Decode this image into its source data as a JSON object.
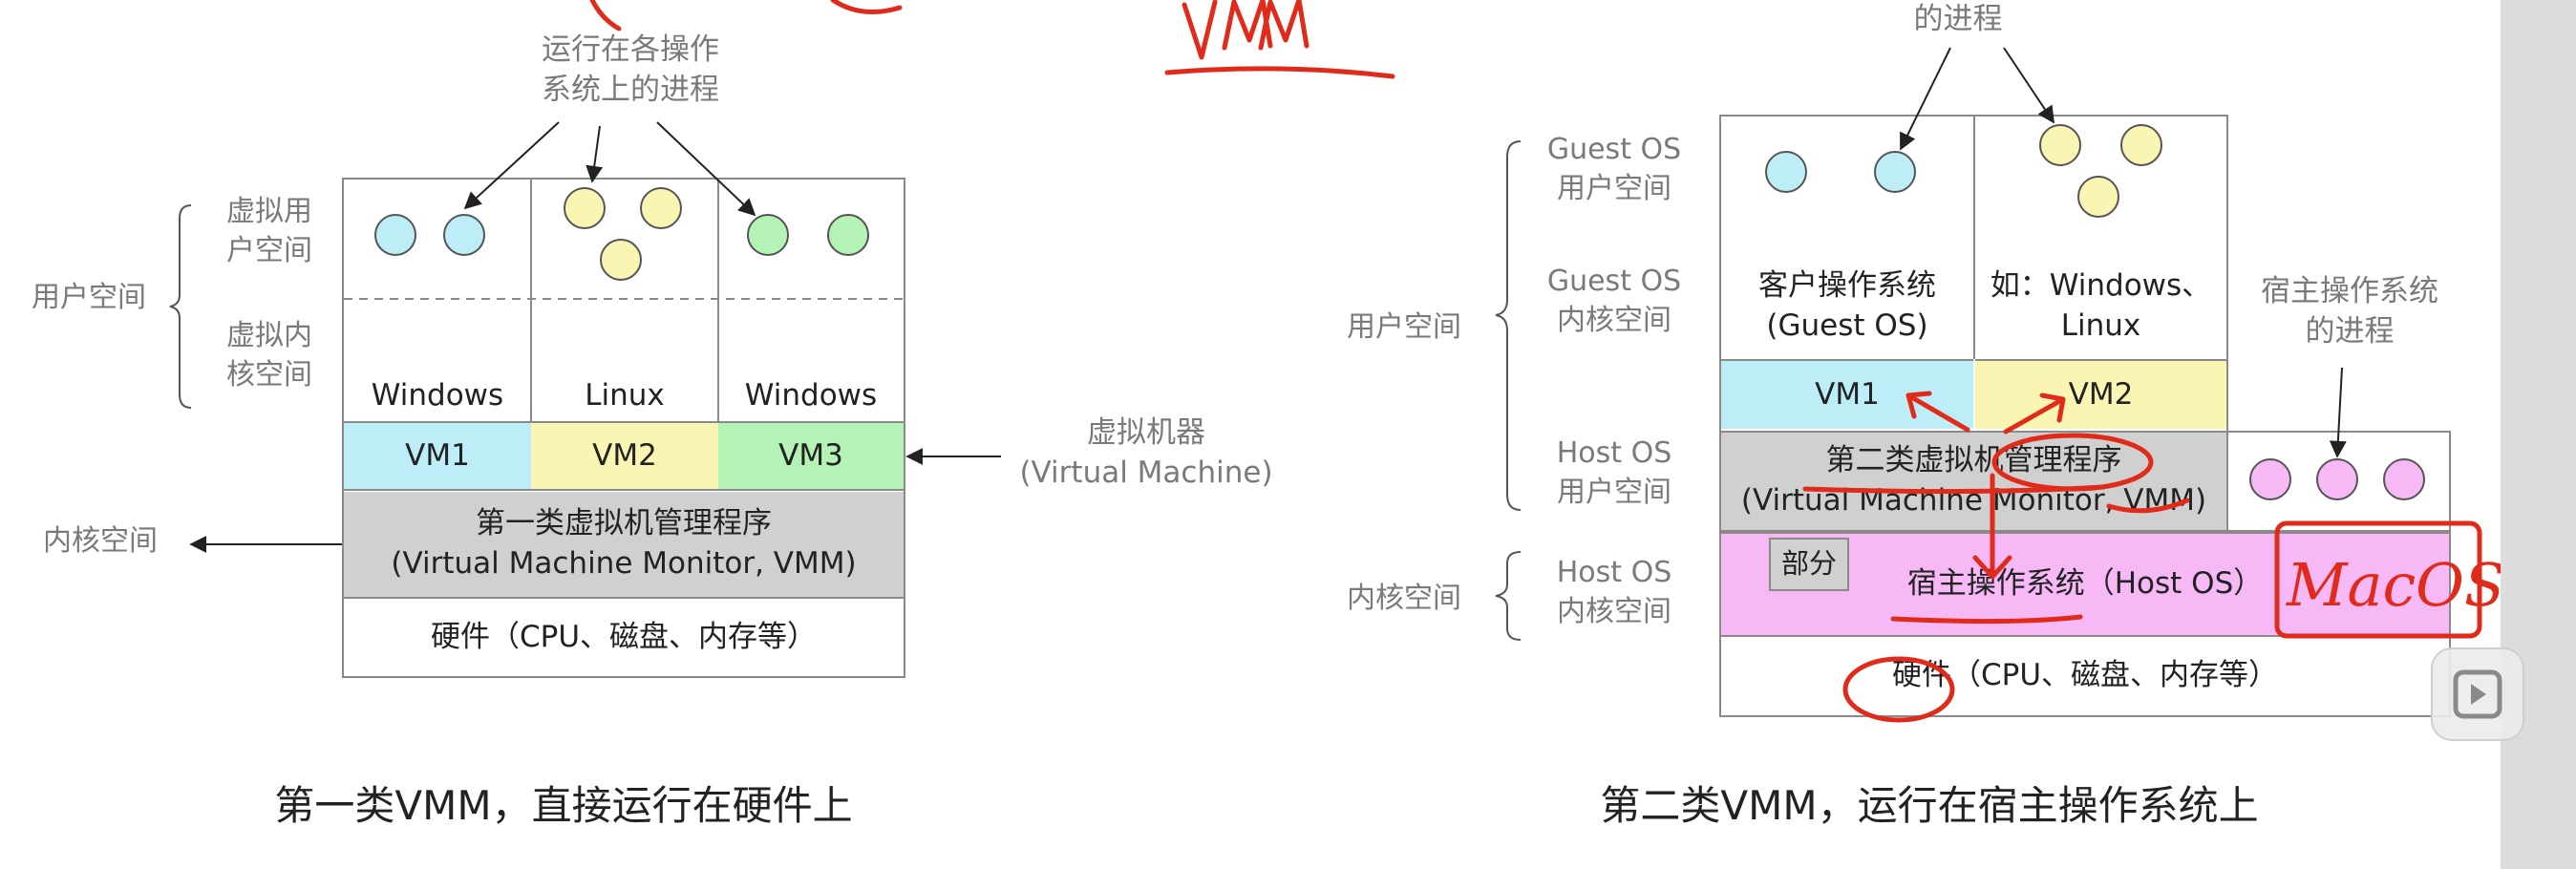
{
  "left": {
    "processes_label": "运行在各操作\n系统上的进程",
    "user_space": "用户空间",
    "virtual_user_space": "虚拟用\n户空间",
    "virtual_kernel_space": "虚拟内\n核空间",
    "os_labels": [
      "Windows",
      "Linux",
      "Windows"
    ],
    "vms": [
      "VM1",
      "VM2",
      "VM3"
    ],
    "vmm": "第一类虚拟机管理程序\n(Virtual Machine Monitor, VMM)",
    "hardware": "硬件（CPU、磁盘、内存等）",
    "kernel_space": "内核空间",
    "virtual_machine": "虚拟机器\n(Virtual Machine)",
    "caption": "第一类VMM，直接运行在硬件上"
  },
  "right": {
    "processes_label": "的进程",
    "guest_user_space": "Guest OS\n用户空间",
    "guest_kernel_space": "Guest OS\n内核空间",
    "host_user_space": "Host OS\n用户空间",
    "host_kernel_space": "Host OS\n内核空间",
    "user_space": "用户空间",
    "kernel_space": "内核空间",
    "guest_os": "客户操作系统\n(Guest OS)",
    "guest_os_example": "如：Windows、\nLinux",
    "host_processes": "宿主操作系统\n的进程",
    "vms": [
      "VM1",
      "VM2"
    ],
    "vmm": "第二类虚拟机管理程序\n(Virtual Machine Monitor, VMM)",
    "part": "部分",
    "host_os": "宿主操作系统（Host OS）",
    "hardware": "硬件（CPU、磁盘、内存等）",
    "caption": "第二类VMM，运行在宿主操作系统上"
  },
  "annotations": {
    "top_handwriting": "VMM",
    "macos_handwriting": "MacOS"
  },
  "colors": {
    "vm_blue": "#bdeef8",
    "vm_yellow": "#fbf5b4",
    "vm_green": "#b5f2b5",
    "vmm_gray": "#d0d0d0",
    "host_pink": "#f6b9f6",
    "annotation_red": "#e02a1a"
  }
}
